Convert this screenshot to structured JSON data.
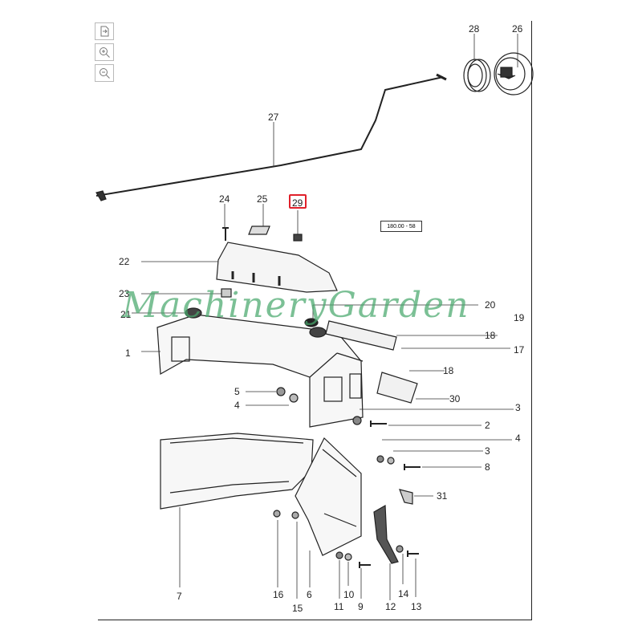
{
  "toolbar": [
    {
      "name": "fit-page-button",
      "icon": "fit-page-icon"
    },
    {
      "name": "zoom-in-button",
      "icon": "zoom-in-icon"
    },
    {
      "name": "zoom-out-button",
      "icon": "zoom-out-icon"
    }
  ],
  "reference": "180.00 - 58",
  "watermark": "MachineryGarden",
  "highlighted_part": "29",
  "highlight_color": "#e0202a",
  "watermark_color": "#48a86c",
  "parts": [
    "1",
    "2",
    "3",
    "4",
    "5",
    "6",
    "7",
    "8",
    "9",
    "10",
    "11",
    "12",
    "13",
    "14",
    "15",
    "16",
    "17",
    "18",
    "19",
    "20",
    "21",
    "22",
    "23",
    "24",
    "25",
    "26",
    "27",
    "28",
    "29",
    "30",
    "31"
  ],
  "labels": {
    "p28": "28",
    "p26": "26",
    "p27": "27",
    "p24": "24",
    "p25": "25",
    "p29": "29",
    "p22": "22",
    "p23": "23",
    "p21": "21",
    "p20": "20",
    "p19": "19",
    "p18a": "18",
    "p17": "17",
    "p1": "1",
    "p18b": "18",
    "p5": "5",
    "p4a": "4",
    "p30": "30",
    "p3a": "3",
    "p2": "2",
    "p4b": "4",
    "p3b": "3",
    "p8": "8",
    "p31": "31",
    "p7": "7",
    "p16": "16",
    "p15": "15",
    "p6": "6",
    "p11": "11",
    "p10": "10",
    "p9": "9",
    "p12": "12",
    "p14": "14",
    "p13": "13"
  }
}
